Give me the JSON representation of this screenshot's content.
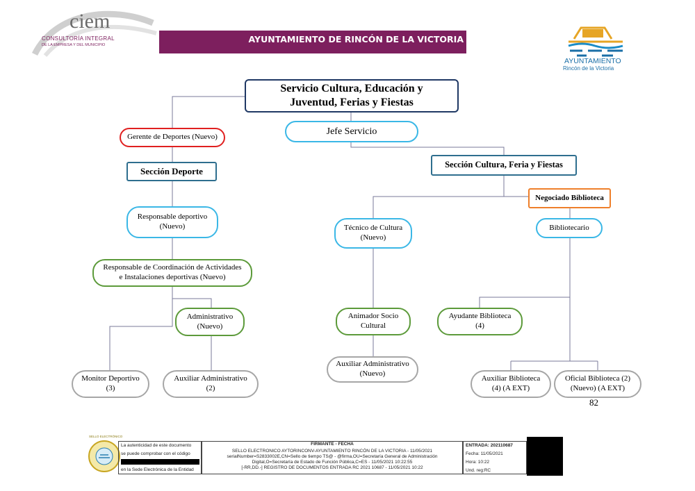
{
  "header": {
    "logo_left": {
      "name": "ciem",
      "line1": "CONSULTORÍA INTEGRAL",
      "line2": "DE LA EMPRESA Y DEL MUNICIPIO"
    },
    "banner_title": "AYUNTAMIENTO DE RINCÓN DE LA VICTORIA",
    "logo_right": {
      "line1": "AYUNTAMIENTO",
      "line2": "Rincón de la Victoria"
    }
  },
  "org": {
    "top": {
      "l1": "Servicio Cultura, Educación y",
      "l2": "Juventud, Ferias y Fiestas"
    },
    "jefe": "Jefe Servicio",
    "gerente": "Gerente de Deportes (Nuevo)",
    "sec_deporte": "Sección Deporte",
    "sec_cultura": "Sección Cultura, Feria y Fiestas",
    "negociado": "Negociado Biblioteca",
    "bibliotecario": "Bibliotecario",
    "resp_deportivo": {
      "l1": "Responsable deportivo",
      "l2": "(Nuevo)"
    },
    "tecnico_cultura": {
      "l1": "Técnico de Cultura",
      "l2": "(Nuevo)"
    },
    "resp_coord": {
      "l1": "Responsable de Coordinación de Actividades",
      "l2": "e Instalaciones deportivas (Nuevo)"
    },
    "administrativo": {
      "l1": "Administrativo",
      "l2": "(Nuevo)"
    },
    "animador": {
      "l1": "Animador Socio",
      "l2": "Cultural"
    },
    "ayudante": {
      "l1": "Ayudante Biblioteca",
      "l2": "(4)"
    },
    "monitor": {
      "l1": "Monitor Deportivo",
      "l2": "(3)"
    },
    "aux_admin_dep": {
      "l1": "Auxiliar Administrativo",
      "l2": "(2)"
    },
    "aux_admin_cult": {
      "l1": "Auxiliar Administrativo",
      "l2": "(Nuevo)"
    },
    "aux_biblio": {
      "l1": "Auxiliar Biblioteca",
      "l2": "(4) (A EXT)"
    },
    "oficial_biblio": {
      "l1": "Oficial Biblioteca (2)",
      "l2": "(Nuevo) (A EXT)"
    }
  },
  "page_number": "82",
  "footer": {
    "seal_text": "SELLO ELECTRÓNICO",
    "auth_l1": "La autenticidad de este documento",
    "auth_l2": "se puede comprobar con el código",
    "auth_l3": "en la Sede Electrónica de la Entidad",
    "firmante_header": "FIRMANTE - FECHA",
    "firmante_l1": "SELLO ELECTRONICO AYTORINCONV-AYUNTAMIENTO RINCÓN DE LA VICTORIA  -  11/05/2021",
    "firmante_l2": "serialNumber=S2833002E,CN=Sello de tiempo TS@ - @firma,OU=Secretaría General de Administración",
    "firmante_l3": "Digital,O=Secretaría de Estado de Función Pública,C=ES  -  11/05/2021 10:22:55",
    "firmante_l4": "[-RR,DD.-] REGISTRO DE DOCUMENTOS  ENTRADA RC 2021 10687  -  11/05/2021 10:22",
    "entrada": "ENTRADA: 202110687",
    "fecha": "Fecha: 11/05/2021",
    "hora": "Hora: 10:22",
    "und": "Und. reg:RC"
  },
  "colors": {
    "banner": "#7d1f5e",
    "dark_navy": "#1f3864",
    "section_blue": "#2e6e8e",
    "light_blue": "#3ab7e6",
    "red": "#e02020",
    "orange": "#ee7f2a",
    "green": "#5c9a3a",
    "grey": "#a6a6a6",
    "connector": "#7a7a9a"
  }
}
